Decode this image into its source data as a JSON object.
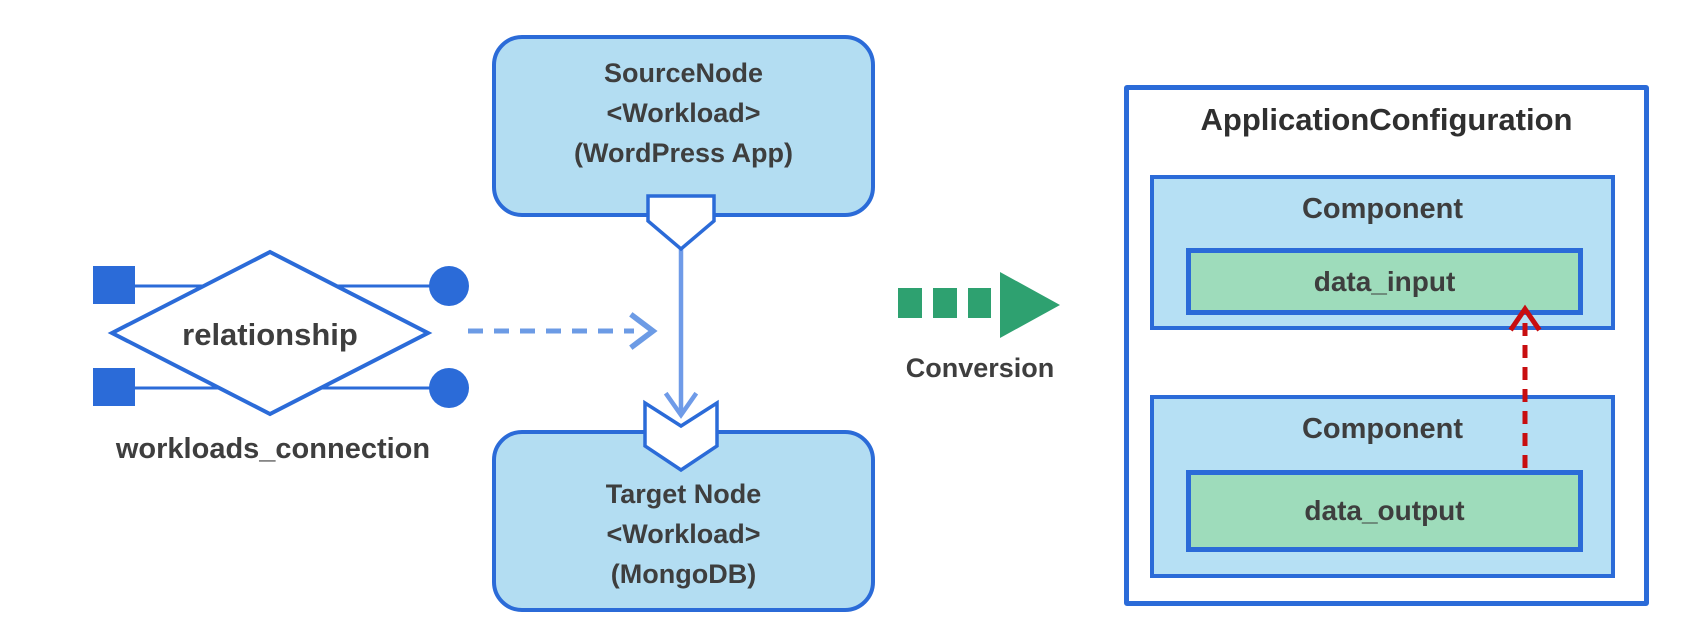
{
  "relationship": {
    "label": "relationship",
    "caption": "workloads_connection"
  },
  "source_node": {
    "title": "SourceNode",
    "stereotype": "<Workload>",
    "instance": "(WordPress App)"
  },
  "target_node": {
    "title": "Target Node",
    "stereotype": "<Workload>",
    "instance": "(MongoDB)"
  },
  "conversion": {
    "label": "Conversion"
  },
  "application_configuration": {
    "title": "ApplicationConfiguration",
    "components": [
      {
        "label": "Component",
        "trait": "data_input"
      },
      {
        "label": "Component",
        "trait": "data_output"
      }
    ]
  },
  "glyphs": {
    "left_ports": "square-port-icon, circle-port-icon",
    "relationship_shape": "diamond-icon",
    "mapping_arrow": "blue-dashed-arrow-icon",
    "provide_port": "pentagon-port-icon",
    "dependency_arrow": "blue-solid-arrow-icon",
    "consume_port": "chevron-port-icon",
    "conversion_arrow": "green-dashed-arrow-icon",
    "injection_arrow": "red-dashed-arrow-icon"
  },
  "colors": {
    "node_fill": "#b3ddf2",
    "component_fill": "#b6e0f4",
    "trait_fill": "#9edcbb",
    "border_blue": "#2b6bd8",
    "connector_blue": "#6f9be8",
    "conversion_green": "#2ea170",
    "injection_red": "#c80e10",
    "text": "#3e3e3e"
  }
}
